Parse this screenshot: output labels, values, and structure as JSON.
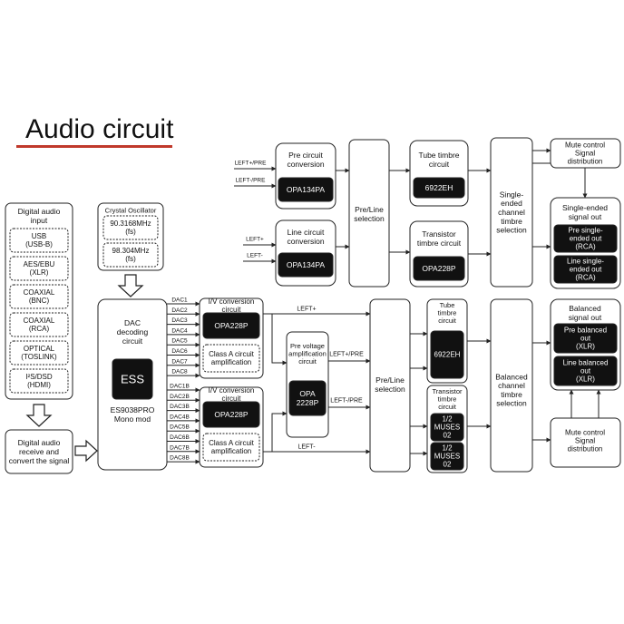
{
  "title": "Audio circuit",
  "colors": {
    "accent_underline": "#c0392b",
    "chip_fill": "#111111",
    "box_stroke": "#222222"
  },
  "input_group": {
    "heading": [
      "Digital audio",
      "input"
    ],
    "items": [
      [
        "USB",
        "(USB-B)"
      ],
      [
        "AES/EBU",
        "(XLR)"
      ],
      [
        "COAXIAL",
        "(BNC)"
      ],
      [
        "COAXIAL",
        "(RCA)"
      ],
      [
        "OPTICAL",
        "(TOSLINK)"
      ],
      [
        "I²S/DSD",
        "(HDMI)"
      ]
    ]
  },
  "receiver": [
    "Digital audio",
    "receive and",
    "convert the signal"
  ],
  "oscillator": {
    "heading": "Crystal Oscillator",
    "items": [
      [
        "90.3168MHz",
        "(fs)"
      ],
      [
        "98.304MHz",
        "(fs)"
      ]
    ]
  },
  "dac": {
    "label": [
      "DAC",
      "decoding",
      "circuit"
    ],
    "chip": "ESS",
    "model": [
      "ES9038PRO",
      "Mono mod"
    ]
  },
  "dac_outputs_top": [
    "DAC1",
    "DAC2",
    "DAC3",
    "DAC4",
    "DAC5",
    "DAC6",
    "DAC7",
    "DAC8"
  ],
  "dac_outputs_bottom": [
    "DAC1B",
    "DAC2B",
    "DAC3B",
    "DAC4B",
    "DAC5B",
    "DAC6B",
    "DAC7B",
    "DAC8B"
  ],
  "iv_top": {
    "label": [
      "I/V conversion",
      "circuit"
    ],
    "chip": "OPA228P",
    "classa": [
      "Class A circuit",
      "amplification"
    ]
  },
  "iv_bottom": {
    "label": [
      "I/V conversion",
      "circuit"
    ],
    "chip": "OPA228P",
    "classa": [
      "Class A circuit",
      "amplification"
    ]
  },
  "signals": {
    "left_plus": "LEFT+",
    "left_minus": "LEFT-",
    "left_plus_pre": "LEFT+/PRE",
    "left_minus_pre": "LEFT-/PRE",
    "upper_left_plus_pre": "LEFT+/PRE",
    "upper_left_minus_pre": "LEFT-/PRE",
    "upper_left_plus": "LEFT+",
    "upper_left_minus": "LEFT-"
  },
  "pre_voltage": {
    "label": [
      "Pre voltage",
      "amplification",
      "circuit"
    ],
    "chip": [
      "OPA",
      "2228P"
    ]
  },
  "pre_circuit": {
    "label": [
      "Pre circuit",
      "conversion"
    ],
    "chip": "OPA134PA"
  },
  "line_circuit": {
    "label": [
      "Line circuit",
      "conversion"
    ],
    "chip": "OPA134PA"
  },
  "pre_line_upper": [
    "Pre/Line",
    "selection"
  ],
  "pre_line_lower": [
    "Pre/Line",
    "selection"
  ],
  "tube_upper": {
    "label": [
      "Tube timbre",
      "circuit"
    ],
    "chip": "6922EH"
  },
  "transistor_upper": {
    "label": [
      "Transistor",
      "timbre circuit"
    ],
    "chip": "OPA228P"
  },
  "tube_lower": {
    "label": [
      "Tube",
      "timbre",
      "circuit"
    ],
    "chip": "6922EH"
  },
  "transistor_lower": {
    "label": [
      "Transistor",
      "timbre",
      "circuit"
    ],
    "chips": [
      [
        "1/2",
        "MUSES",
        "02"
      ],
      [
        "1/2",
        "MUSES",
        "02"
      ]
    ]
  },
  "single_ended_selection": [
    "Single-",
    "ended",
    "channel",
    "timbre",
    "selection"
  ],
  "balanced_selection": [
    "Balanced",
    "channel",
    "timbre",
    "selection"
  ],
  "mute_upper": [
    "Mute control",
    "Signal",
    "distribution"
  ],
  "mute_lower": [
    "Mute control",
    "Signal",
    "distribution"
  ],
  "single_out": {
    "heading": [
      "Single-ended",
      "signal out"
    ],
    "items": [
      [
        "Pre single-",
        "ended out",
        "(RCA)"
      ],
      [
        "Line single-",
        "ended out",
        "(RCA)"
      ]
    ]
  },
  "balanced_out": {
    "heading": [
      "Balanced",
      "signal out"
    ],
    "items": [
      [
        "Pre balanced",
        "out",
        "(XLR)"
      ],
      [
        "Line balanced",
        "out",
        "(XLR)"
      ]
    ]
  }
}
